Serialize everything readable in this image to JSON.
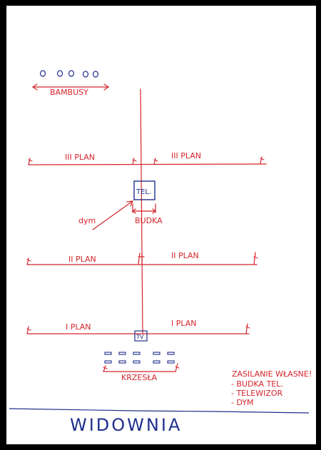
{
  "colors": {
    "red_pen": "#d4252c",
    "blue_pen": "#1f2f8c",
    "paper": "#ffffff",
    "border": "#000000"
  },
  "bamboo": {
    "circles": [
      "o",
      "o",
      "o",
      "o",
      "o"
    ],
    "label": "BAMBUSY"
  },
  "plan3": {
    "left_label": "III PLAN",
    "right_label": "III PLAN"
  },
  "booth": {
    "box_label": "TEL.",
    "label": "BUDKA",
    "smoke_label": "dym"
  },
  "plan2": {
    "left_label": "II PLAN",
    "right_label": "II PLAN"
  },
  "plan1": {
    "left_label": "I PLAN",
    "right_label": "I PLAN"
  },
  "tv": {
    "label": "TV"
  },
  "chairs": {
    "label": "KRZESŁA"
  },
  "notes": {
    "title": "ZASILANIE WŁASNE!",
    "items": [
      "- BUDKA TEL.",
      "- TELEWIZOR",
      "- DYM"
    ]
  },
  "audience": {
    "label": "WIDOWNIA"
  }
}
